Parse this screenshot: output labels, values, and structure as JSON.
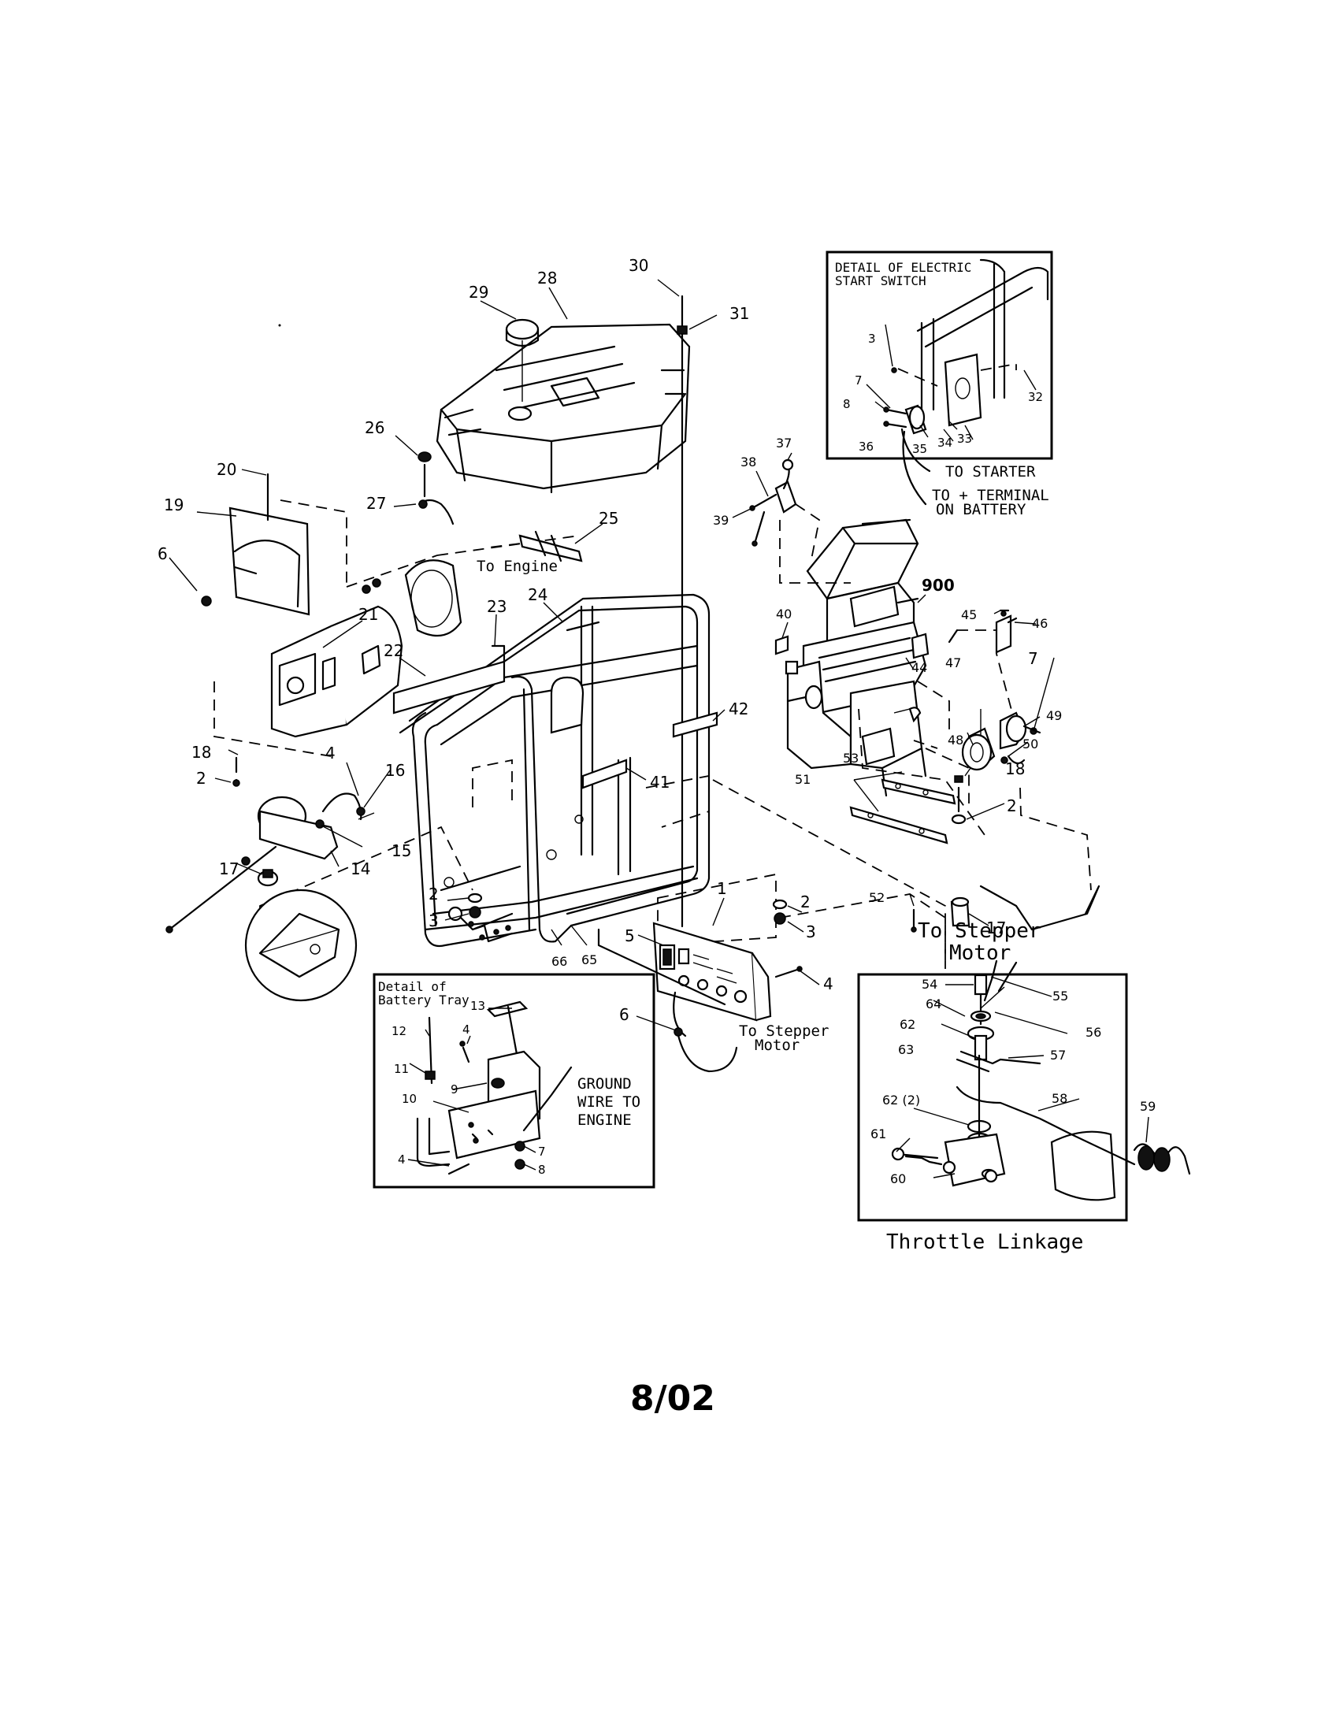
{
  "footer": {
    "date_code": "8/02"
  },
  "callouts": [
    {
      "id": "c1",
      "text": "1"
    },
    {
      "id": "c2a",
      "text": "2"
    },
    {
      "id": "c2b",
      "text": "2"
    },
    {
      "id": "c2c",
      "text": "2"
    },
    {
      "id": "c2d",
      "text": "2"
    },
    {
      "id": "c3a",
      "text": "3"
    },
    {
      "id": "c3b",
      "text": "3"
    },
    {
      "id": "c3c",
      "text": "3"
    },
    {
      "id": "c4a",
      "text": "4"
    },
    {
      "id": "c4b",
      "text": "4"
    },
    {
      "id": "c4c",
      "text": "4"
    },
    {
      "id": "c4d",
      "text": "4"
    },
    {
      "id": "c5",
      "text": "5"
    },
    {
      "id": "c6a",
      "text": "6"
    },
    {
      "id": "c6b",
      "text": "6"
    },
    {
      "id": "c7a",
      "text": "7"
    },
    {
      "id": "c7b",
      "text": "7"
    },
    {
      "id": "c7c",
      "text": "7"
    },
    {
      "id": "c8a",
      "text": "8"
    },
    {
      "id": "c8b",
      "text": "8"
    },
    {
      "id": "c9",
      "text": "9"
    },
    {
      "id": "c10",
      "text": "10"
    },
    {
      "id": "c11",
      "text": "11"
    },
    {
      "id": "c12",
      "text": "12"
    },
    {
      "id": "c13",
      "text": "13"
    },
    {
      "id": "c14",
      "text": "14"
    },
    {
      "id": "c15",
      "text": "15"
    },
    {
      "id": "c16",
      "text": "16"
    },
    {
      "id": "c17a",
      "text": "17"
    },
    {
      "id": "c17b",
      "text": "17"
    },
    {
      "id": "c18a",
      "text": "18"
    },
    {
      "id": "c18b",
      "text": "18"
    },
    {
      "id": "c19",
      "text": "19"
    },
    {
      "id": "c20",
      "text": "20"
    },
    {
      "id": "c21",
      "text": "21"
    },
    {
      "id": "c22",
      "text": "22"
    },
    {
      "id": "c23",
      "text": "23"
    },
    {
      "id": "c24",
      "text": "24"
    },
    {
      "id": "c25",
      "text": "25"
    },
    {
      "id": "c26",
      "text": "26"
    },
    {
      "id": "c27",
      "text": "27"
    },
    {
      "id": "c28",
      "text": "28"
    },
    {
      "id": "c29",
      "text": "29"
    },
    {
      "id": "c30",
      "text": "30"
    },
    {
      "id": "c31",
      "text": "31"
    },
    {
      "id": "c32",
      "text": "32"
    },
    {
      "id": "c33",
      "text": "33"
    },
    {
      "id": "c34",
      "text": "34"
    },
    {
      "id": "c35",
      "text": "35"
    },
    {
      "id": "c36",
      "text": "36"
    },
    {
      "id": "c37",
      "text": "37"
    },
    {
      "id": "c38",
      "text": "38"
    },
    {
      "id": "c39",
      "text": "39"
    },
    {
      "id": "c40",
      "text": "40"
    },
    {
      "id": "c41",
      "text": "41"
    },
    {
      "id": "c42",
      "text": "42"
    },
    {
      "id": "c44",
      "text": "44"
    },
    {
      "id": "c45",
      "text": "45"
    },
    {
      "id": "c46",
      "text": "46"
    },
    {
      "id": "c47",
      "text": "47"
    },
    {
      "id": "c48",
      "text": "48"
    },
    {
      "id": "c49",
      "text": "49"
    },
    {
      "id": "c50",
      "text": "50"
    },
    {
      "id": "c51",
      "text": "51"
    },
    {
      "id": "c52",
      "text": "52"
    },
    {
      "id": "c53",
      "text": "53"
    },
    {
      "id": "c54",
      "text": "54"
    },
    {
      "id": "c55",
      "text": "55"
    },
    {
      "id": "c56",
      "text": "56"
    },
    {
      "id": "c57",
      "text": "57"
    },
    {
      "id": "c58",
      "text": "58"
    },
    {
      "id": "c59",
      "text": "59"
    },
    {
      "id": "c60",
      "text": "60"
    },
    {
      "id": "c61",
      "text": "61"
    },
    {
      "id": "c62a",
      "text": "62"
    },
    {
      "id": "c62b",
      "text": "62 (2)"
    },
    {
      "id": "c63",
      "text": "63"
    },
    {
      "id": "c64",
      "text": "64"
    },
    {
      "id": "c65",
      "text": "65"
    },
    {
      "id": "c66",
      "text": "66"
    },
    {
      "id": "c900",
      "text": "900"
    }
  ],
  "labels": {
    "to_engine": "To Engine",
    "electric_switch_title_1": "DETAIL OF ELECTRIC",
    "electric_switch_title_2": "START SWITCH",
    "to_starter": "TO STARTER",
    "to_terminal_1": "TO + TERMINAL",
    "to_terminal_2": "ON BATTERY",
    "battery_tray_title_1": "Detail of",
    "battery_tray_title_2": "Battery Tray",
    "ground_wire_1": "GROUND",
    "ground_wire_2": "WIRE TO",
    "ground_wire_3": "ENGINE",
    "to_stepper_small_1": "To Stepper",
    "to_stepper_small_2": "Motor",
    "to_stepper_large_1": "To Stepper",
    "to_stepper_large_2": "Motor",
    "throttle_caption": "Throttle Linkage"
  }
}
